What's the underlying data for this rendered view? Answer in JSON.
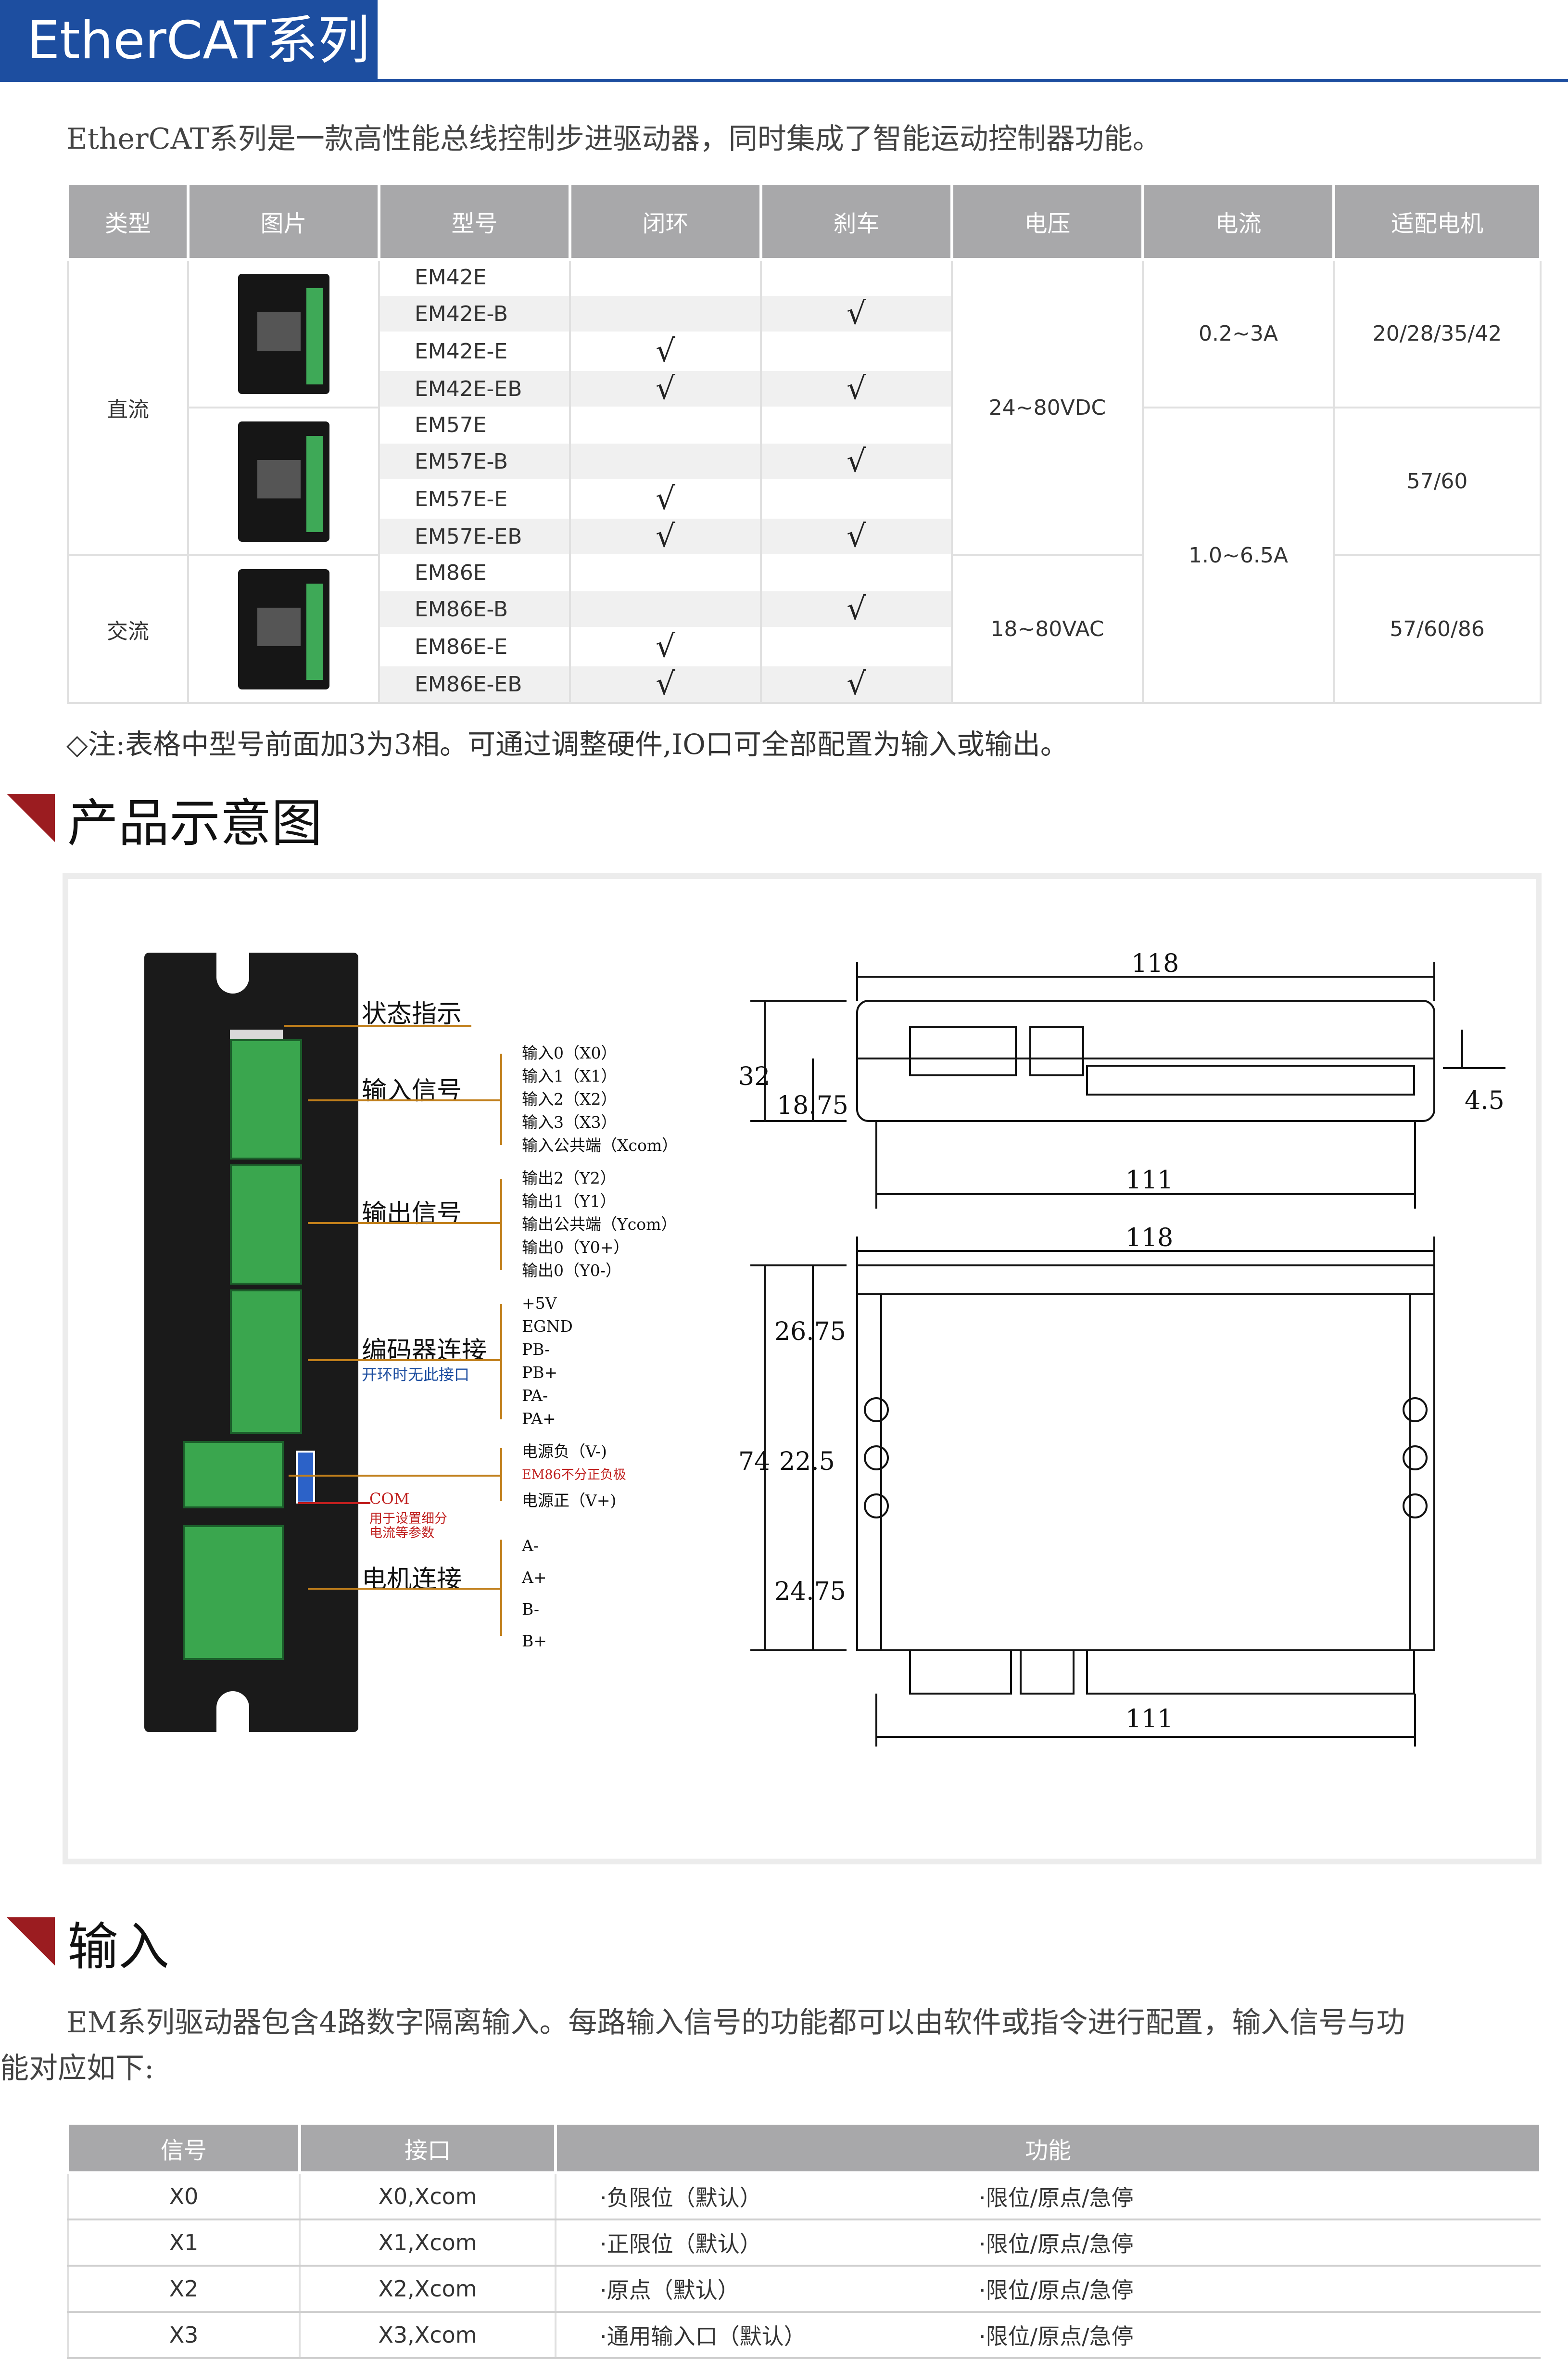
{
  "header": {
    "title": "EtherCAT系列"
  },
  "intro": "EtherCAT系列是一款高性能总线控制步进驱动器，同时集成了智能运动控制器功能。",
  "table1": {
    "headers": [
      "类型",
      "图片",
      "型号",
      "闭环",
      "刹车",
      "电压",
      "电流",
      "适配电机"
    ],
    "types": {
      "dc": "直流",
      "ac": "交流"
    },
    "models": [
      "EM42E",
      "EM42E-B",
      "EM42E-E",
      "EM42E-EB",
      "EM57E",
      "EM57E-B",
      "EM57E-E",
      "EM57E-EB",
      "EM86E",
      "EM86E-B",
      "EM86E-E",
      "EM86E-EB"
    ],
    "check": "√",
    "voltage": {
      "dc": "24~80VDC",
      "ac": "18~80VAC"
    },
    "current": {
      "a": "0.2~3A",
      "b": "1.0~6.5A"
    },
    "motor": {
      "a": "20/28/35/42",
      "b": "57/60",
      "c": "57/60/86"
    }
  },
  "note": "◇注:表格中型号前面加3为3相。可通过调整硬件,IO口可全部配置为输入或输出。",
  "section_schematic": {
    "title": "产品示意图"
  },
  "diagram": {
    "groups": {
      "status": "状态指示",
      "input": "输入信号",
      "output": "输出信号",
      "encoder": "编码器连接",
      "encoder_note": "开环时无此接口",
      "motor": "电机连接"
    },
    "input_pins": [
      "输入0（X0）",
      "输入1（X1）",
      "输入2（X2）",
      "输入3（X3）",
      "输入公共端（Xcom）"
    ],
    "output_pins": [
      "输出2（Y2）",
      "输出1（Y1）",
      "输出公共端（Ycom）",
      "输出0（Y0+）",
      "输出0（Y0-）"
    ],
    "encoder_pins": [
      "+5V",
      "EGND",
      "PB-",
      "PB+",
      "PA-",
      "PA+"
    ],
    "power_pins": {
      "neg": "电源负（V-)",
      "note": "EM86不分正负极",
      "pos": "电源正（V+)"
    },
    "com": {
      "label": "COM",
      "note1": "用于设置细分",
      "note2": "电流等参数"
    },
    "motor_pins": [
      "A-",
      "A+",
      "B-",
      "B+"
    ],
    "dims": {
      "d118a": "118",
      "d111a": "111",
      "d32": "32",
      "d1875": "18.75",
      "d45": "4.5",
      "d118b": "118",
      "d2675": "26.75",
      "d74": "74",
      "d225": "22.5",
      "d2475": "24.75",
      "d111b": "111"
    }
  },
  "section_input": {
    "title": "输入"
  },
  "input_desc": {
    "line1": "EM系列驱动器包含4路数字隔离输入。每路输入信号的功能都可以由软件或指令进行配置，输入信号与功",
    "line2": "能对应如下:"
  },
  "table2": {
    "headers": [
      "信号",
      "接口",
      "功能"
    ],
    "rows": [
      {
        "signal": "X0",
        "port": "X0,Xcom",
        "f1": "·负限位（默认）",
        "f2": "·限位/原点/急停"
      },
      {
        "signal": "X1",
        "port": "X1,Xcom",
        "f1": "·正限位（默认）",
        "f2": "·限位/原点/急停"
      },
      {
        "signal": "X2",
        "port": "X2,Xcom",
        "f1": "·原点（默认）",
        "f2": "·限位/原点/急停"
      },
      {
        "signal": "X3",
        "port": "X3,Xcom",
        "f1": "·通用输入口（默认）",
        "f2": "·限位/原点/急停"
      }
    ]
  }
}
